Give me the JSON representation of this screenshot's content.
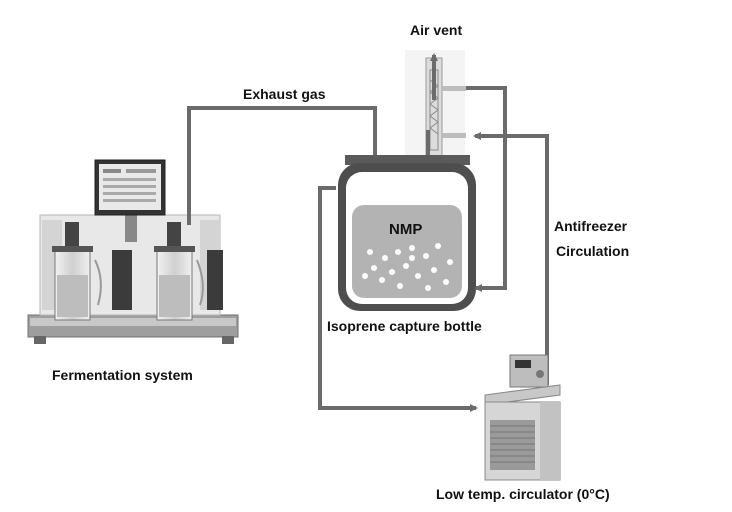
{
  "labels": {
    "air_vent": "Air vent",
    "exhaust_gas": "Exhaust gas",
    "nmp": "NMP",
    "capture_bottle": "Isoprene capture bottle",
    "antifreezer": "Antifreezer",
    "circulation": "Circulation",
    "fermentation_system": "Fermentation system",
    "low_temp_circulator": "Low temp. circulator (0°C)"
  },
  "colors": {
    "pipe": "#6b6b6b",
    "bottle_outer": "#4e4e4e",
    "liquid": "#b3b3b3",
    "equipment": "#d6d6d6"
  },
  "screen_icon": "monitor-icon"
}
